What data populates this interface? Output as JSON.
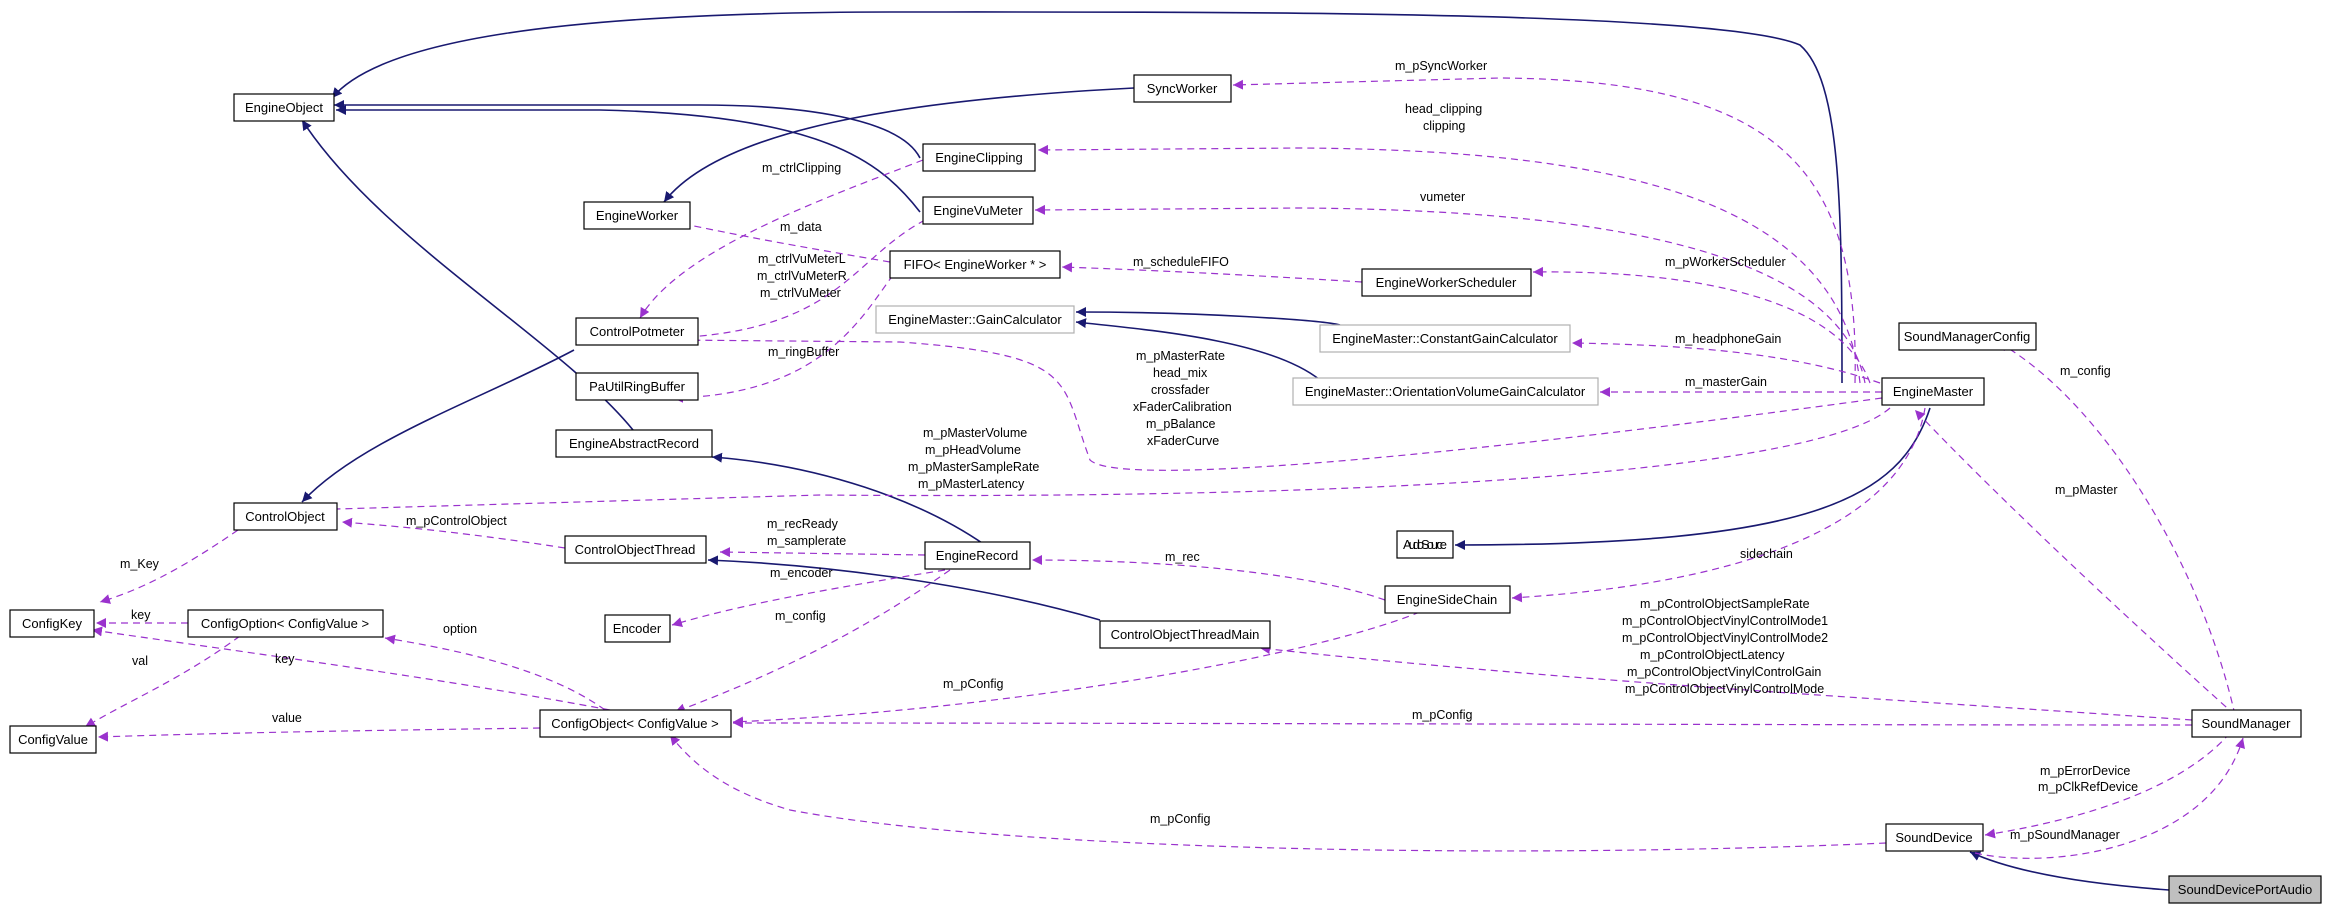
{
  "nodes": {
    "EngineObject": {
      "label": "EngineObject"
    },
    "SyncWorker": {
      "label": "SyncWorker"
    },
    "EngineClipping": {
      "label": "EngineClipping"
    },
    "EngineWorker": {
      "label": "EngineWorker"
    },
    "EngineVuMeter": {
      "label": "EngineVuMeter"
    },
    "FIFO": {
      "label": "FIFO< EngineWorker * >"
    },
    "EngineWorkerScheduler": {
      "label": "EngineWorkerScheduler"
    },
    "ControlPotmeter": {
      "label": "ControlPotmeter"
    },
    "GainCalculator": {
      "label": "EngineMaster::GainCalculator"
    },
    "ConstantGainCalculator": {
      "label": "EngineMaster::ConstantGainCalculator"
    },
    "SoundManagerConfig": {
      "label": "SoundManagerConfig"
    },
    "PaUtilRingBuffer": {
      "label": "PaUtilRingBuffer"
    },
    "OrientationVolumeGainCalculator": {
      "label": "EngineMaster::OrientationVolumeGainCalculator"
    },
    "EngineMaster": {
      "label": "EngineMaster"
    },
    "EngineAbstractRecord": {
      "label": "EngineAbstractRecord"
    },
    "ControlObject": {
      "label": "ControlObject"
    },
    "AudioSource": {
      "label": "AudioSource"
    },
    "ControlObjectThread": {
      "label": "ControlObjectThread"
    },
    "EngineRecord": {
      "label": "EngineRecord"
    },
    "EngineSideChain": {
      "label": "EngineSideChain"
    },
    "ConfigKey": {
      "label": "ConfigKey"
    },
    "ConfigOption": {
      "label": "ConfigOption< ConfigValue >"
    },
    "Encoder": {
      "label": "Encoder"
    },
    "ControlObjectThreadMain": {
      "label": "ControlObjectThreadMain"
    },
    "ConfigValue": {
      "label": "ConfigValue"
    },
    "ConfigObject": {
      "label": "ConfigObject< ConfigValue >"
    },
    "SoundManager": {
      "label": "SoundManager"
    },
    "SoundDevice": {
      "label": "SoundDevice"
    },
    "SoundDevicePortAudio": {
      "label": "SoundDevicePortAudio"
    }
  },
  "edge_labels": {
    "m_pSyncWorker": "m_pSyncWorker",
    "head_clipping": "head_clipping",
    "clipping": "clipping",
    "m_ctrlClipping": "m_ctrlClipping",
    "vumeter": "vumeter",
    "m_data": "m_data",
    "m_scheduleFIFO": "m_scheduleFIFO",
    "m_pWorkerScheduler": "m_pWorkerScheduler",
    "m_ctrlVuMeterL": "m_ctrlVuMeterL",
    "m_ctrlVuMeterR": "m_ctrlVuMeterR",
    "m_ctrlVuMeter": "m_ctrlVuMeter",
    "m_ringBuffer": "m_ringBuffer",
    "m_headphoneGain": "m_headphoneGain",
    "m_config_sm": "m_config",
    "m_pMasterRate": "m_pMasterRate",
    "head_mix": "head_mix",
    "crossfader": "crossfader",
    "xFaderCalibration": "xFaderCalibration",
    "m_pBalance": "m_pBalance",
    "xFaderCurve": "xFaderCurve",
    "m_masterGain": "m_masterGain",
    "m_pMasterVolume": "m_pMasterVolume",
    "m_pHeadVolume": "m_pHeadVolume",
    "m_pMasterSampleRate": "m_pMasterSampleRate",
    "m_pMasterLatency": "m_pMasterLatency",
    "m_pMaster": "m_pMaster",
    "m_Key": "m_Key",
    "m_pControlObject": "m_pControlObject",
    "m_recReady": "m_recReady",
    "m_samplerate": "m_samplerate",
    "m_rec": "m_rec",
    "sidechain": "sidechain",
    "m_encoder": "m_encoder",
    "key1": "key",
    "m_config_rec": "m_config",
    "val": "val",
    "key2": "key",
    "option": "option",
    "m_pControlObjectSampleRate": "m_pControlObjectSampleRate",
    "m_pControlObjectVinylControlMode1": "m_pControlObjectVinylControlMode1",
    "m_pControlObjectVinylControlMode2": "m_pControlObjectVinylControlMode2",
    "m_pControlObjectLatency": "m_pControlObjectLatency",
    "m_pControlObjectVinylControlGain": "m_pControlObjectVinylControlGain",
    "m_pControlObjectVinylControlMode": "m_pControlObjectVinylControlMode",
    "m_pConfig1": "m_pConfig",
    "value": "value",
    "m_pConfig2": "m_pConfig",
    "m_pErrorDevice": "m_pErrorDevice",
    "m_pClkRefDevice": "m_pClkRefDevice",
    "m_pConfig3": "m_pConfig",
    "m_pSoundManager": "m_pSoundManager"
  },
  "colors": {
    "inheritance": "#191970",
    "usage": "#9a32cd",
    "highlight_fill": "#bfbfbf",
    "external_border": "#b0b0b0"
  }
}
